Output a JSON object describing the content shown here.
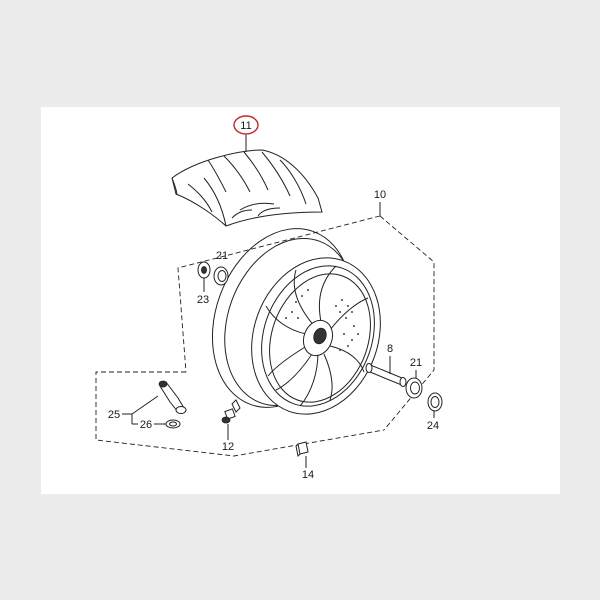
{
  "diagram": {
    "highlight_color": "#c0282d",
    "labels": {
      "tire": "11",
      "wheel": "10",
      "bearing_left": "21",
      "seal_left": "23",
      "collar": "8",
      "bearing_right": "21",
      "seal_right": "24",
      "valve_assy": "25",
      "valve_cap": "26",
      "valve": "12",
      "weight": "14"
    }
  }
}
